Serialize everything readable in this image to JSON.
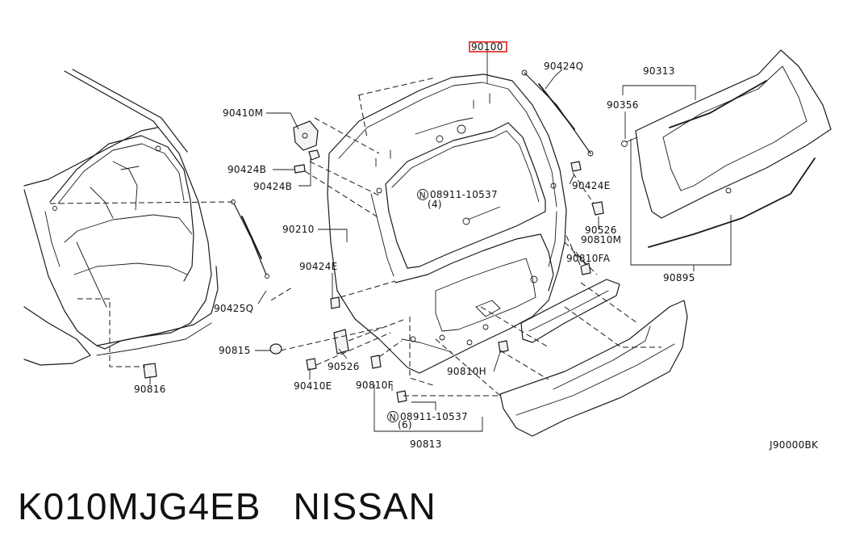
{
  "diagram_code": "J90000BK",
  "footer": {
    "part_number": "K010MJG4EB",
    "brand": "NISSAN"
  },
  "highlight_color": "#e0201a",
  "callouts": {
    "p90100": "90100",
    "p90424Q": "90424Q",
    "p90313": "90313",
    "p90356": "90356",
    "p90410M": "90410M",
    "p90424B_1": "90424B",
    "p90424B_2": "90424B",
    "p08911_top": "08911-10537",
    "p08911_top_qty": "(4)",
    "p90424E_right": "90424E",
    "p90210": "90210",
    "p90526_right": "90526",
    "p90810M": "90810M",
    "p90810FA": "90810FA",
    "p90895": "90895",
    "p90424E_left": "90424E",
    "p90425Q": "90425Q",
    "p90815": "90815",
    "p90526_bottom": "90526",
    "p90810H": "90810H",
    "p90816": "90816",
    "p90410E": "90410E",
    "p90810F": "90810F",
    "p08911_bottom": "08911-10537",
    "p08911_bottom_qty": "(6)",
    "p90813": "90813",
    "n_symbol": "N"
  }
}
